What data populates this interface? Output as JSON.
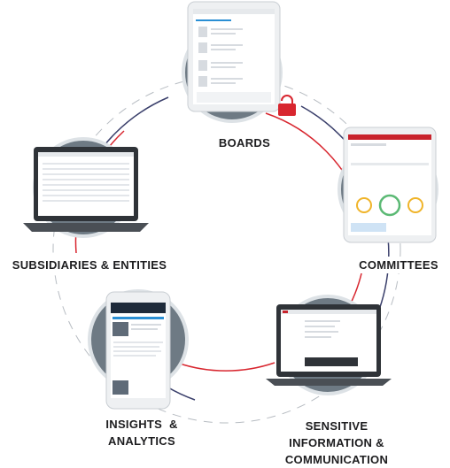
{
  "nodes": {
    "boards": {
      "label": "BOARDS"
    },
    "committees": {
      "label": "COMMITTEES"
    },
    "sensitive": {
      "line1": "SENSITIVE",
      "line2": "INFORMATION &",
      "line3": "COMMUNICATION"
    },
    "insights": {
      "line1": "INSIGHTS  &",
      "line2": "ANALYTICS"
    },
    "subsidiaries": {
      "label": "SUBSIDIARIES & ENTITIES"
    }
  },
  "colors": {
    "ring_red": "#d8262f",
    "ring_navy": "#3a3f6b",
    "ring_gray": "#b7bcc2",
    "node_gray": "#6e7a84",
    "node_border": "#dde2e6",
    "lock": "#d8262f",
    "device_frame": "#2f3338",
    "screen_bg": "#ffffff",
    "accent_blue": "#2a8fd4",
    "brand_red": "#c8232c"
  },
  "icons": {
    "lock": "padlock-icon"
  }
}
